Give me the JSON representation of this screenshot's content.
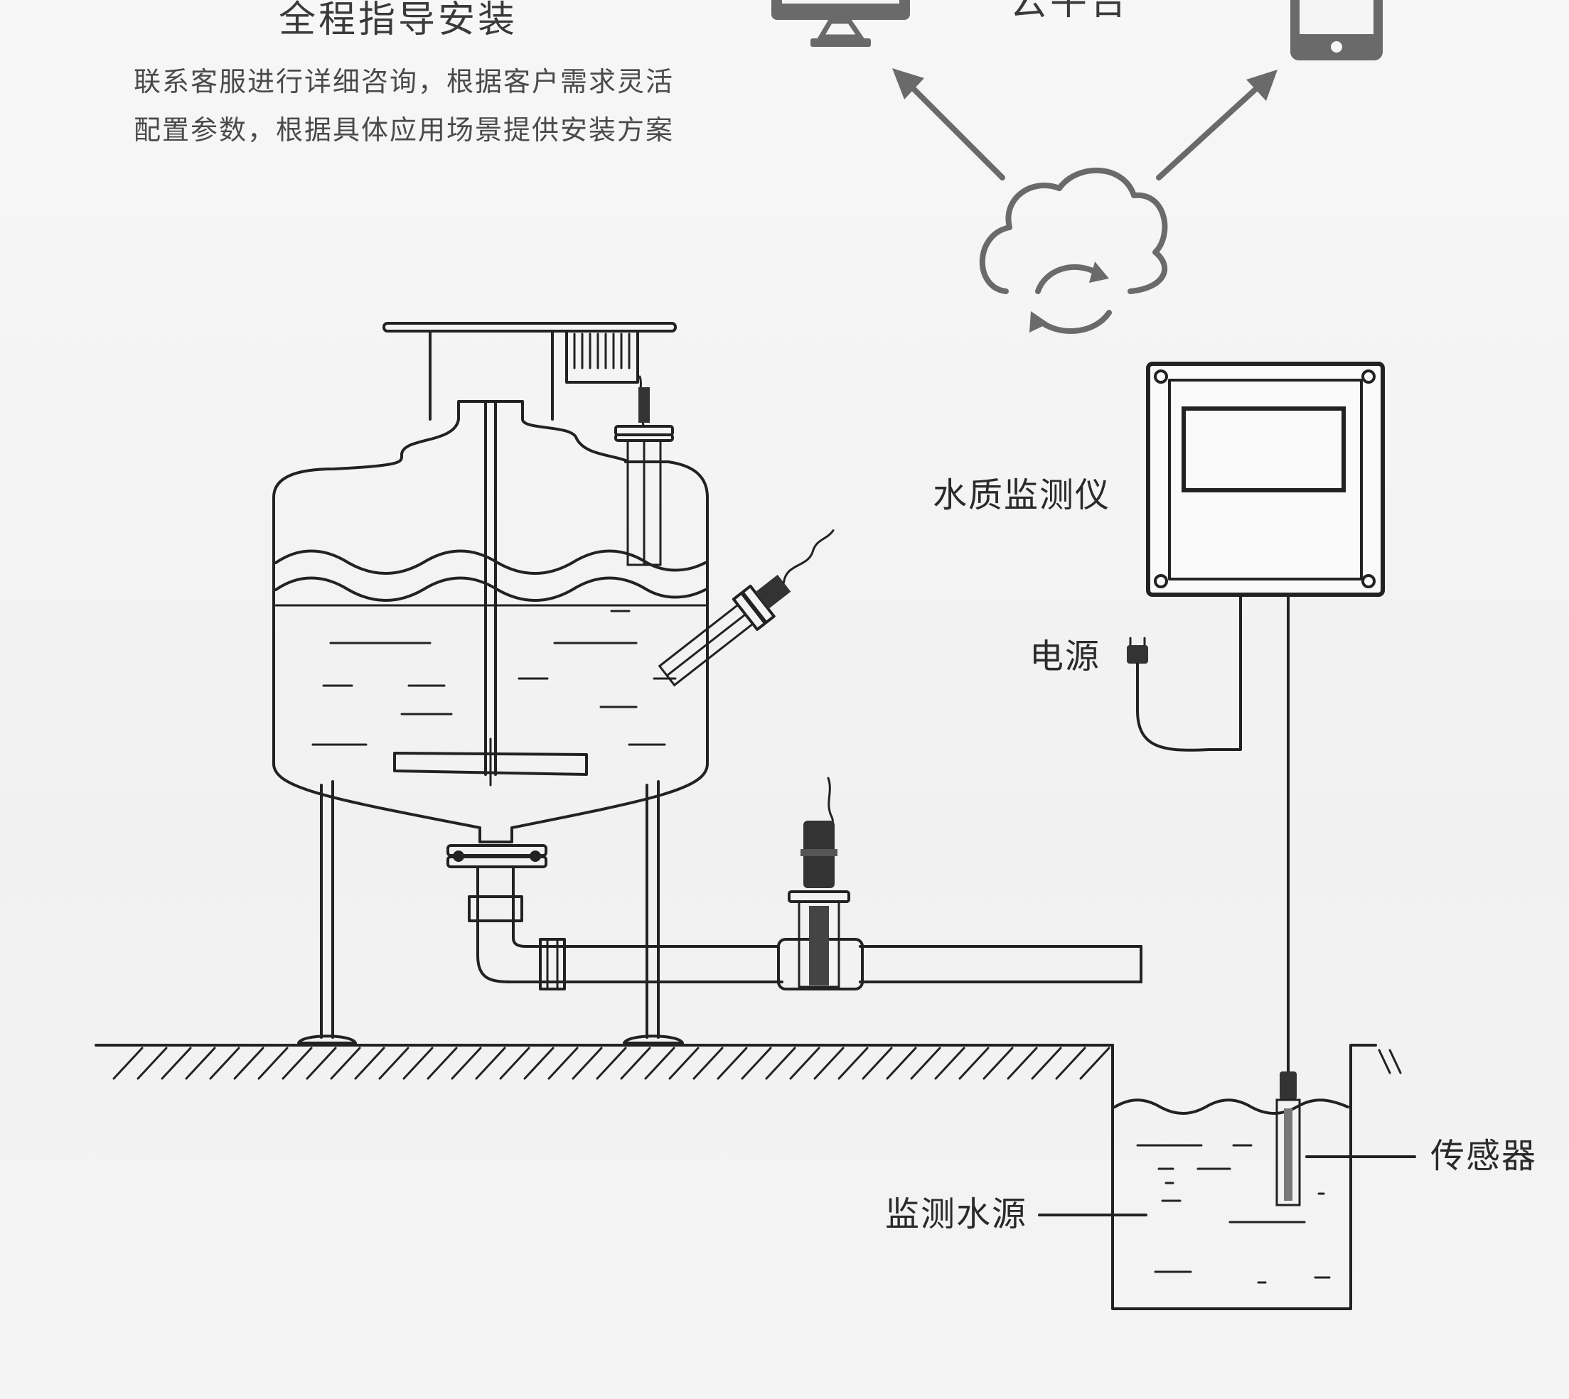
{
  "header": {
    "title": "全程指导安装",
    "description_line_1": "联系客服进行详细咨询，根据客户需求灵活",
    "description_line_2": "配置参数，根据具体应用场景提供安装方案"
  },
  "cloud_section": {
    "platform_label": "云平台",
    "computer_icon": "desktop-monitor-icon",
    "phone_icon": "mobile-phone-icon",
    "cloud_icon": "cloud-sync-icon"
  },
  "labels": {
    "monitor": "水质监测仪",
    "power": "电源",
    "sensor": "传感器",
    "water_source": "监测水源"
  },
  "colors": {
    "line": "#222222",
    "icon_gray": "#6a6a6a",
    "text": "#2a2a2a"
  }
}
